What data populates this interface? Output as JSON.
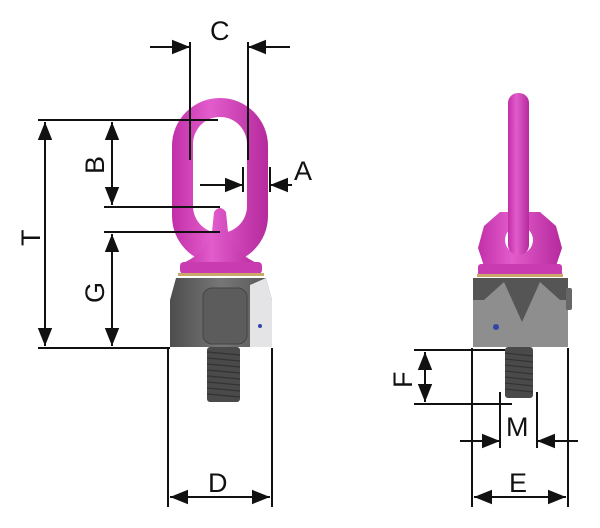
{
  "title": "Swivel eye bolt dimension drawing",
  "colors": {
    "ring": "#d63fbf",
    "ring_dark": "#b02a9c",
    "nut": "#6b6b6b",
    "nut_light": "#e4e4e6",
    "thread": "#4a4a4a",
    "line": "#111111",
    "dot": "#3344aa"
  },
  "labels": {
    "C": "C",
    "A": "A",
    "B": "B",
    "T": "T",
    "G": "G",
    "D": "D",
    "F": "F",
    "M": "M",
    "E": "E"
  }
}
